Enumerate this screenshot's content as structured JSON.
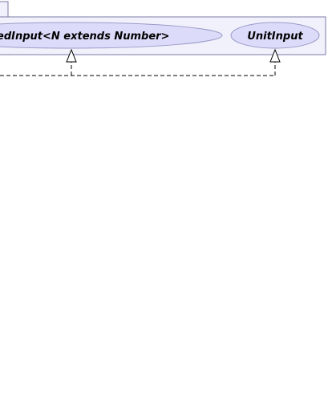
{
  "diagram": {
    "colors": {
      "package_fill": "#f1f1fb",
      "package_stroke": "#7b7ba8",
      "interface_fill": "#dcdcfa",
      "interface_stroke": "#9a9ac9",
      "edge_stroke": "#000000"
    },
    "interfaces": [
      {
        "id": "bounded-input",
        "label": "edInput<N extends Number>"
      },
      {
        "id": "unit-input",
        "label": "UnitInput"
      }
    ],
    "edges": [
      {
        "type": "realization",
        "style": "dashed",
        "arrowhead": "hollow-triangle",
        "target": "bounded-input"
      },
      {
        "type": "realization",
        "style": "dashed",
        "arrowhead": "hollow-triangle",
        "target": "unit-input"
      }
    ]
  }
}
